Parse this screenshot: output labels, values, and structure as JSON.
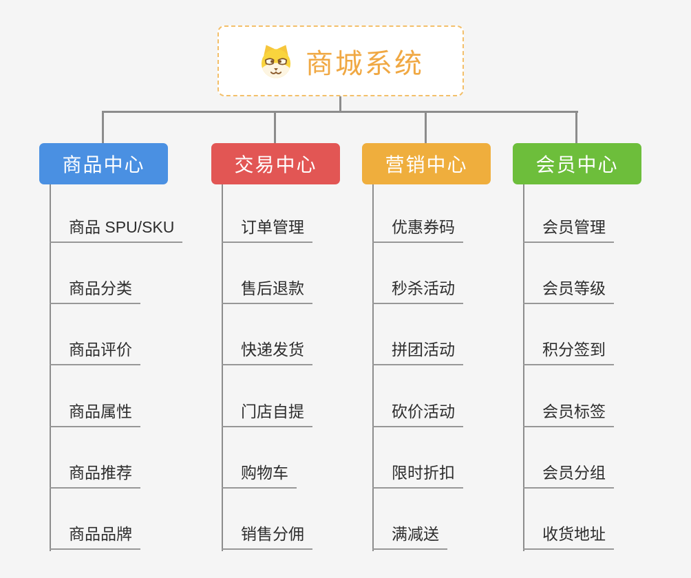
{
  "colors": {
    "background": "#f5f5f5",
    "connector": "#8c8c8c",
    "underline": "#979797",
    "root_text": "#f0a843",
    "root_border": "#f3bf69"
  },
  "root": {
    "title": "商城系统",
    "icon": "doge-icon"
  },
  "branches": [
    {
      "label": "商品中心",
      "color": "#4a90e2",
      "items": [
        "商品 SPU/SKU",
        "商品分类",
        "商品评价",
        "商品属性",
        "商品推荐",
        "商品品牌"
      ]
    },
    {
      "label": "交易中心",
      "color": "#e25654",
      "items": [
        "订单管理",
        "售后退款",
        "快递发货",
        "门店自提",
        "购物车",
        "销售分佣"
      ]
    },
    {
      "label": "营销中心",
      "color": "#efae3d",
      "items": [
        "优惠券码",
        "秒杀活动",
        "拼团活动",
        "砍价活动",
        "限时折扣",
        "满减送"
      ]
    },
    {
      "label": "会员中心",
      "color": "#6dbe3b",
      "items": [
        "会员管理",
        "会员等级",
        "积分签到",
        "会员标签",
        "会员分组",
        "收货地址"
      ]
    }
  ]
}
